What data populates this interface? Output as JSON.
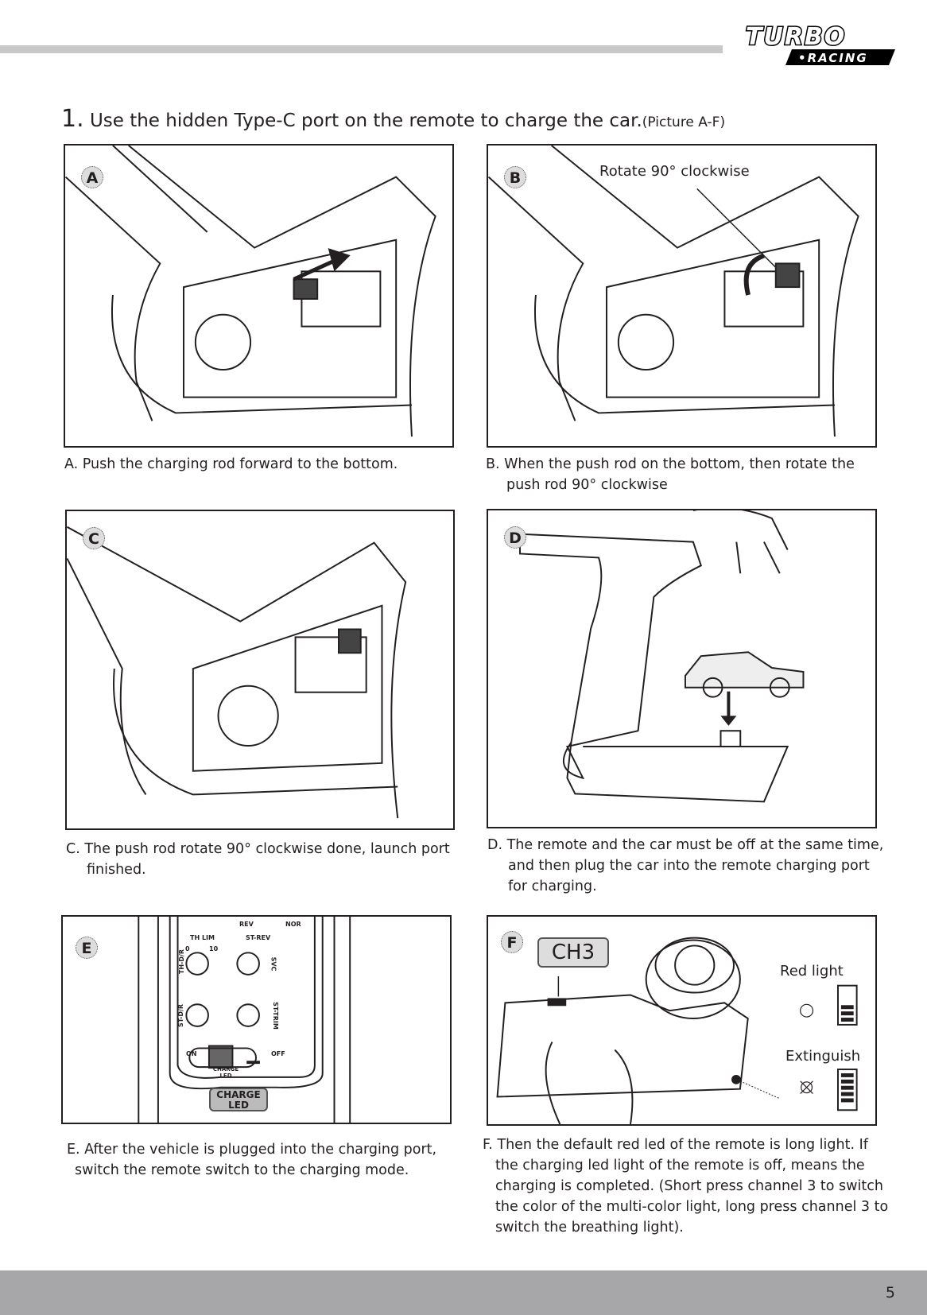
{
  "header": {
    "logo_top": "TURBO",
    "logo_bottom": "RACING"
  },
  "section": {
    "number": "1.",
    "title": "Use the hidden Type-C port on the remote to charge the car.",
    "subtitle": "(Picture A-F)"
  },
  "panels": [
    {
      "letter": "A",
      "caption": "A. Push the charging rod forward to the bottom.",
      "caption_cont": ""
    },
    {
      "letter": "B",
      "note": "Rotate 90° clockwise",
      "caption": "B.  When the push rod on the bottom, then rotate the",
      "caption_cont": "push rod 90° clockwise"
    },
    {
      "letter": "C",
      "caption": "C. The push rod rotate 90° clockwise done, launch port",
      "caption_cont": "finished."
    },
    {
      "letter": "D",
      "caption": "D. The remote and the car must be off at the same time,",
      "caption_cont": "and then plug the car into the remote charging port for charging."
    },
    {
      "letter": "E",
      "labels": {
        "th_lim": "TH LIM",
        "rev": "REV",
        "nor": "NOR",
        "st_rev": "ST-REV",
        "th_dr": "TH-D/R",
        "svc": "SVC",
        "st_dr": "ST-D/R",
        "st_trim": "ST-TRIM",
        "on": "ON",
        "off": "OFF",
        "charge_led_small": "CHARGE LED",
        "charge_led": "CHARGE LED",
        "zero": "0",
        "ten": "10"
      },
      "caption": "E. After the vehicle is plugged into the charging port,",
      "caption_cont": "switch the remote switch to the charging mode."
    },
    {
      "letter": "F",
      "ch3": "CH3",
      "red_light": "Red light",
      "extinguish": "Extinguish",
      "caption": "F. Then the default red led of the remote is long light. If",
      "caption_cont": "the charging led light of the remote is off, means the charging is completed. (Short press channel 3 to switch the color of the multi-color light, long press channel 3 to switch the breathing light)."
    }
  ],
  "footer": {
    "page": "5"
  }
}
